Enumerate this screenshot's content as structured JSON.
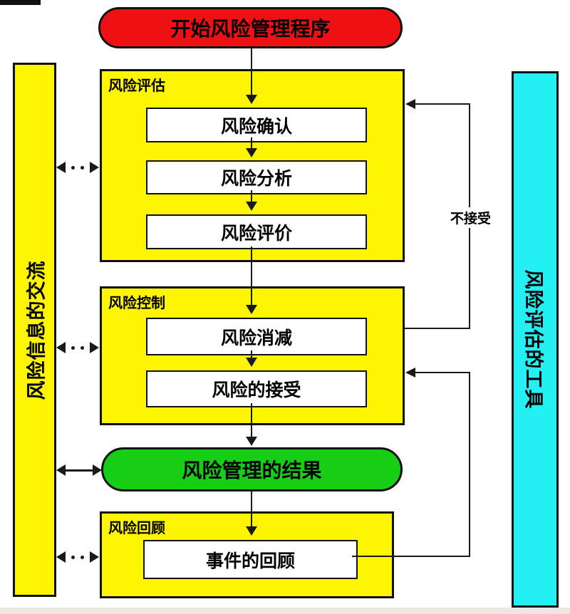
{
  "diagram": {
    "title_node": "开始风险管理程序",
    "left_bar_label": "风险信息的交流",
    "right_bar_label": "风险评估的工具",
    "sections": [
      {
        "label": "风险评估",
        "steps": [
          "风险确认",
          "风险分析",
          "风险评价"
        ]
      },
      {
        "label": "风险控制",
        "steps": [
          "风险消减",
          "风险的接受"
        ]
      },
      {
        "label": "风险回顾",
        "steps": [
          "事件的回顾"
        ]
      }
    ],
    "result_node": "风险管理的结果",
    "feedback_label": "不接受",
    "colors": {
      "start_fill": "#EE1014",
      "section_fill": "#FEF500",
      "result_fill": "#17CE17",
      "tools_bar_fill": "#24F0F4",
      "comm_bar_fill": "#FEF500",
      "line": "#1a1a1a"
    }
  }
}
